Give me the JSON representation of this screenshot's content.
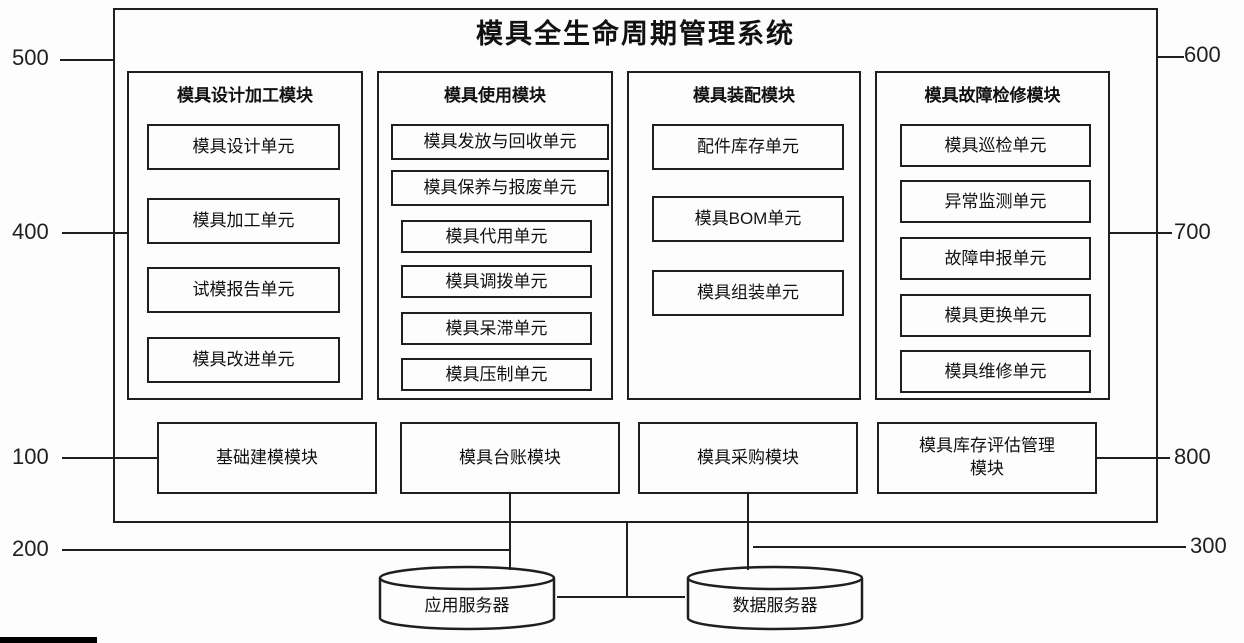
{
  "title": "模具全生命周期管理系统",
  "columns": [
    {
      "label": "模具设计加工模块",
      "units": [
        "模具设计单元",
        "模具加工单元",
        "试模报告单元",
        "模具改进单元"
      ]
    },
    {
      "label": "模具使用模块",
      "units": [
        "模具发放与回收单元",
        "模具保养与报废单元",
        "模具代用单元",
        "模具调拨单元",
        "模具呆滞单元",
        "模具压制单元"
      ]
    },
    {
      "label": "模具装配模块",
      "units": [
        "配件库存单元",
        "模具BOM单元",
        "模具组装单元"
      ]
    },
    {
      "label": "模具故障检修模块",
      "units": [
        "模具巡检单元",
        "异常监测单元",
        "故障申报单元",
        "模具更换单元",
        "模具维修单元"
      ]
    }
  ],
  "bottom_modules": [
    "基础建模模块",
    "模具台账模块",
    "模具采购模块",
    "模具库存评估管理模块"
  ],
  "servers": [
    "应用服务器",
    "数据服务器"
  ],
  "refs": {
    "r100": "100",
    "r200": "200",
    "r300": "300",
    "r400": "400",
    "r500": "500",
    "r600": "600",
    "r700": "700",
    "r800": "800"
  },
  "colors": {
    "line": "#1f1f1f",
    "text": "#111111",
    "background": "#fdfdfd"
  }
}
